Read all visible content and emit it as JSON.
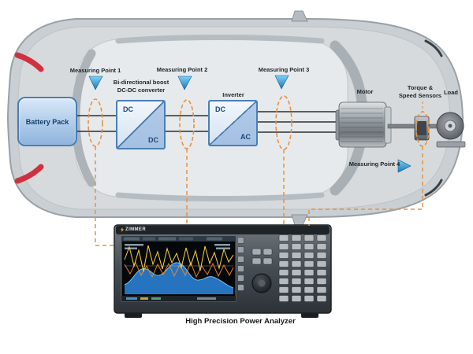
{
  "components": {
    "battery": {
      "label": "Battery Pack"
    },
    "converter": {
      "title_line1": "Bi-directional boost",
      "title_line2": "DC-DC converter",
      "input_label": "DC",
      "output_label": "DC"
    },
    "inverter": {
      "title": "Inverter",
      "input_label": "DC",
      "output_label": "AC"
    },
    "motor": {
      "label": "Motor"
    },
    "sensors": {
      "label_line1": "Torque &",
      "label_line2": "Speed Sensors"
    },
    "load": {
      "label": "Load"
    }
  },
  "measuring_points": [
    {
      "label": "Measuring Point 1"
    },
    {
      "label": "Measuring Point 2"
    },
    {
      "label": "Measuring Point 3"
    },
    {
      "label": "Measuring Point 4"
    }
  ],
  "analyzer": {
    "brand": "ZIMMER",
    "caption": "High Precision Power Analyzer"
  },
  "colors": {
    "measuring_orange": "#E8913C",
    "marker_blue": "#2E93CF",
    "box_border_blue": "#4A7FB5"
  }
}
